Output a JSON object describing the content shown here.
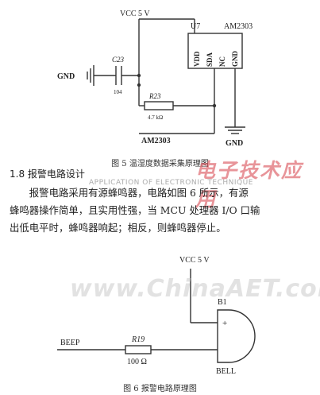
{
  "figure5": {
    "vcc_label": "VCC 5 V",
    "chip_name": "U7",
    "chip_model": "AM2303",
    "pins": [
      "VDD",
      "SDA",
      "NC",
      "GND"
    ],
    "capacitor_name": "C23",
    "capacitor_value": "104",
    "gnd_left": "GND",
    "resistor_name": "R23",
    "resistor_value": "4.7 kΩ",
    "signal_label": "AM2303",
    "gnd_right": "GND",
    "caption": "图 5  温湿度数据采集原理图"
  },
  "section": {
    "heading": "1.8  报警电路设计",
    "lines": [
      "报警电路采用有源蜂鸣器，电路如图 6 所示，有源",
      "蜂鸣器操作简单，且实用性强，当 MCU 处理器 I/O 口输",
      "出低电平时，蜂鸣器响起；相反，则蜂鸣器停止。"
    ]
  },
  "figure6": {
    "vcc_label": "VCC 5 V",
    "bell_name": "B1",
    "plus_sign": "+",
    "input_label": "BEEP",
    "resistor_name": "R19",
    "resistor_value": "100 Ω",
    "bell_label": "BELL",
    "caption": "图 6  报警电路原理图"
  },
  "watermarks": {
    "logo": "电子技术应用",
    "tagline": "APPLICATION OF ELECTRONIC TECHNIQUE",
    "url": "www.ChinaAET.com"
  }
}
